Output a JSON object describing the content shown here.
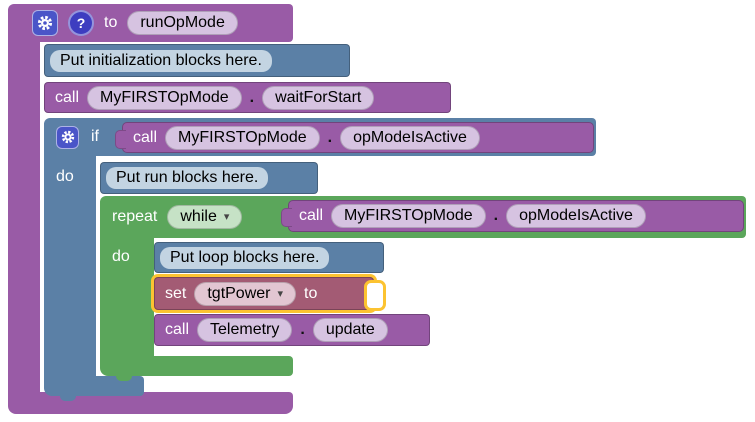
{
  "colors": {
    "procedure_purple": "#995ba6",
    "logic_blue": "#5b80a6",
    "loop_green": "#5ba65b",
    "variable_rose": "#a35b74",
    "highlight_gold": "#fcc331",
    "purple_field": "#d6c3e1",
    "blue_field": "#c3d4e2",
    "green_field": "#c6e2c6",
    "rose_field": "#e2c6d2",
    "mutator_button_blue": "#4a55c8",
    "help_button_blue": "#3d3dc0"
  },
  "ui": {
    "dropdown_arrow": "▾",
    "help_glyph": "?"
  },
  "procedure_block": {
    "to_label": "to",
    "name": "runOpMode"
  },
  "comments": {
    "init": "Put initialization blocks here.",
    "run": "Put run blocks here.",
    "loop": "Put loop blocks here."
  },
  "calls": {
    "wait": {
      "keyword": "call",
      "object": "MyFIRSTOpMode",
      "separator": ".",
      "method": "waitForStart"
    },
    "if_condition": {
      "keyword": "call",
      "object": "MyFIRSTOpMode",
      "separator": ".",
      "method": "opModeIsActive"
    },
    "loop_condition": {
      "keyword": "call",
      "object": "MyFIRSTOpMode",
      "separator": ".",
      "method": "opModeIsActive"
    },
    "telemetry": {
      "keyword": "call",
      "object": "Telemetry",
      "separator": ".",
      "method": "update"
    }
  },
  "if_block": {
    "if_label": "if",
    "do_label": "do"
  },
  "repeat_block": {
    "repeat_label": "repeat",
    "mode": "while",
    "do_label": "do"
  },
  "set_block": {
    "set_label": "set",
    "variable": "tgtPower",
    "to_label": "to"
  }
}
